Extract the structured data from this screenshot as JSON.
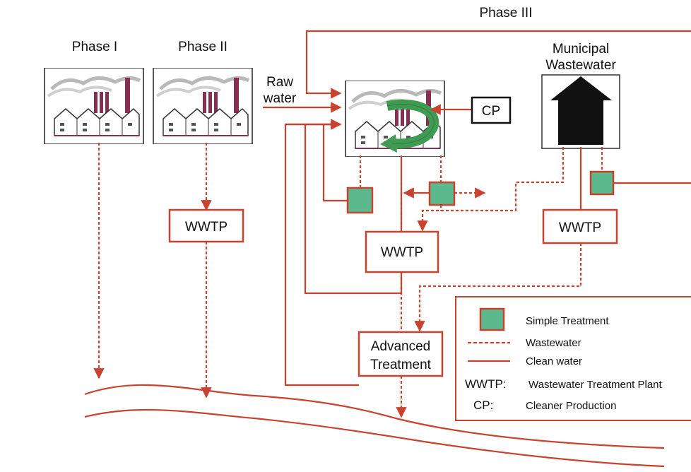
{
  "labels": {
    "phase1": "Phase I",
    "phase2": "Phase II",
    "phase3": "Phase III",
    "raw_water_line1": "Raw",
    "raw_water_line2": "water",
    "municipal_line1": "Municipal",
    "municipal_line2": "Wastewater",
    "cp": "CP",
    "wwtp": "WWTP",
    "advanced_line1": "Advanced",
    "advanced_line2": "Treatment"
  },
  "legend": {
    "simple_treatment": "Simple Treatment",
    "wastewater": "Wastewater",
    "clean_water": "Clean water",
    "wwtp_key": "WWTP:",
    "wwtp_desc": "Wastewater Treatment Plant",
    "cp_key": "CP:",
    "cp_desc": "Cleaner Production"
  },
  "colors": {
    "flow": "#c8432f",
    "treatment_fill": "#5cb98e",
    "arrow_green": "#3f9a52",
    "house": "#111111"
  },
  "icons": [
    "factory-icon",
    "house-icon",
    "recycle-arrow-icon",
    "river-icon"
  ]
}
